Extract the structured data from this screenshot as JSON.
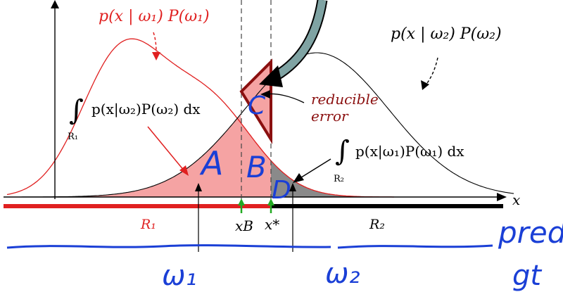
{
  "colors": {
    "class1": "#e02020",
    "class1_fill": "#f5a3a3",
    "class2": "#000000",
    "gray_fill": "#8a8a8a",
    "reducible": "#8b1010",
    "ink_blue": "#1a3fd6",
    "arrow_teal": "#7fa3a3",
    "marker_green": "#22aa22"
  },
  "labels": {
    "posterior1": "p(x | ω₁) P(ω₁)",
    "posterior2": "p(x | ω₂) P(ω₂)",
    "integral_r1_expr": "p(x|ω₂)P(ω₂) dx",
    "integral_r1_sub": "R₁",
    "integral_r2_expr": "p(x|ω₁)P(ω₁) dx",
    "integral_r2_sub": "R₂",
    "reducible_line1": "reducible",
    "reducible_line2": "error",
    "axis_x": "x",
    "xB": "xB",
    "xstar": "x*",
    "region1": "R₁",
    "region2": "R₂",
    "integral_sign": "∫"
  },
  "annotations": {
    "A": "A",
    "B": "B",
    "C": "C",
    "D": "D",
    "omega1": "ω₁",
    "omega2": "ω₂",
    "pred": "pred",
    "gt": "gt"
  }
}
